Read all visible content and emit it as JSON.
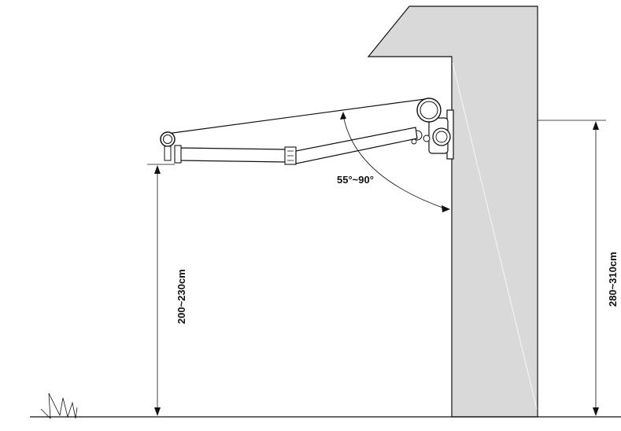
{
  "labels": {
    "angle": "55°~90°",
    "arm_height": "200~230cm",
    "mount_height": "280~310cm"
  },
  "colors": {
    "wall_fill": "#d9d9d9",
    "line": "#111111",
    "background": "#ffffff"
  }
}
